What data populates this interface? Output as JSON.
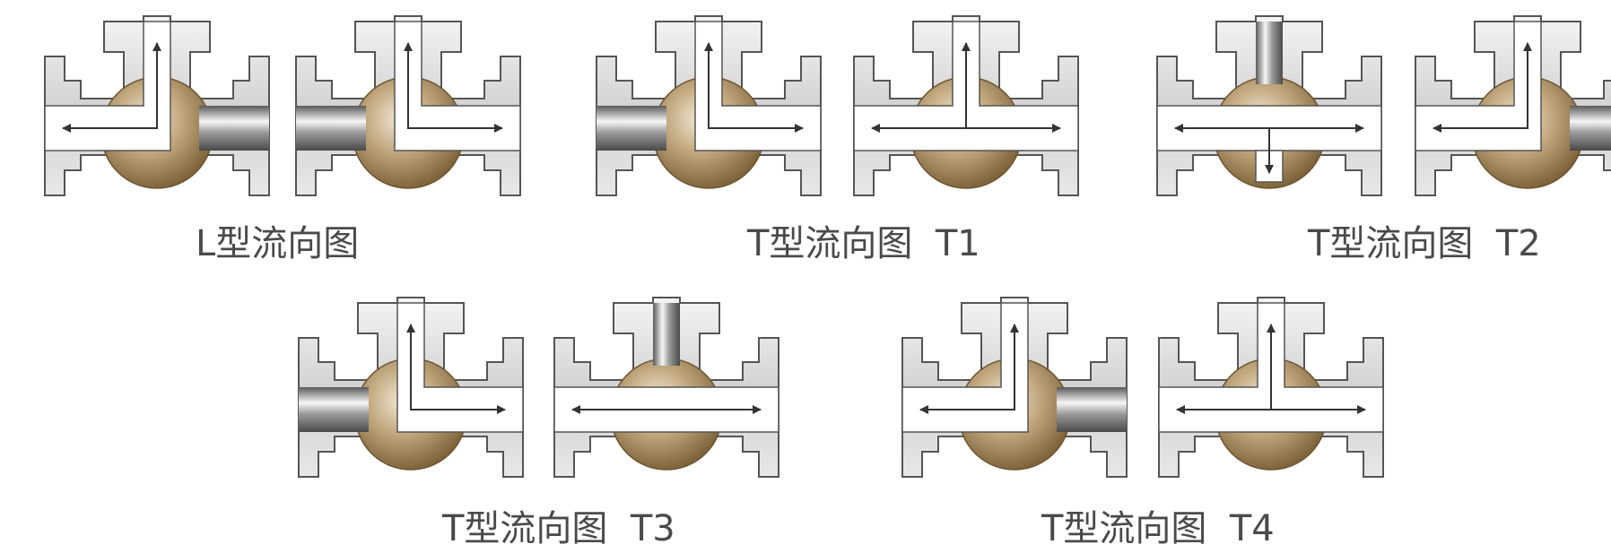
{
  "captions": {
    "L": "L型流向图",
    "T1": "T型流向图  T1",
    "T2": "T型流向图  T2",
    "T3": "T型流向图  T3",
    "T4": "T型流向图  T4"
  },
  "colors": {
    "body_light": "#e6e6e6",
    "body_dark": "#8a8a8a",
    "outline": "#555555",
    "ball_light": "#e8dcc4",
    "ball_dark": "#8f7448",
    "channel": "#ffffff",
    "arrow": "#333333",
    "caption": "#4a4a4a"
  },
  "valves": [
    {
      "id": "L-1",
      "group": "L",
      "ports": [
        "left",
        "top"
      ],
      "plug": "right",
      "arrows": [
        "left",
        "up"
      ]
    },
    {
      "id": "L-2",
      "group": "L",
      "ports": [
        "top",
        "right"
      ],
      "plug": "left",
      "arrows": [
        "up",
        "right"
      ]
    },
    {
      "id": "T1-1",
      "group": "T1",
      "ports": [
        "top",
        "right"
      ],
      "plug": "left",
      "arrows": [
        "up",
        "right"
      ]
    },
    {
      "id": "T1-2",
      "group": "T1",
      "ports": [
        "left",
        "top",
        "right"
      ],
      "plug": "none",
      "arrows": [
        "left",
        "up",
        "right"
      ]
    },
    {
      "id": "T2-1",
      "group": "T2",
      "ports": [
        "left",
        "right",
        "bottom"
      ],
      "plug": "top",
      "arrows": [
        "left",
        "right",
        "down"
      ]
    },
    {
      "id": "T2-2",
      "group": "T2",
      "ports": [
        "left",
        "top"
      ],
      "plug": "right",
      "arrows": [
        "left",
        "up"
      ]
    },
    {
      "id": "T3-1",
      "group": "T3",
      "ports": [
        "top",
        "right"
      ],
      "plug": "left",
      "arrows": [
        "up",
        "right"
      ]
    },
    {
      "id": "T3-2",
      "group": "T3",
      "ports": [
        "left",
        "right"
      ],
      "plug": "top",
      "arrows": [
        "left",
        "right"
      ]
    },
    {
      "id": "T4-1",
      "group": "T4",
      "ports": [
        "left",
        "top"
      ],
      "plug": "right",
      "arrows": [
        "left",
        "up"
      ]
    },
    {
      "id": "T4-2",
      "group": "T4",
      "ports": [
        "left",
        "top",
        "right"
      ],
      "plug": "none",
      "arrows": [
        "left",
        "up",
        "right"
      ]
    }
  ]
}
